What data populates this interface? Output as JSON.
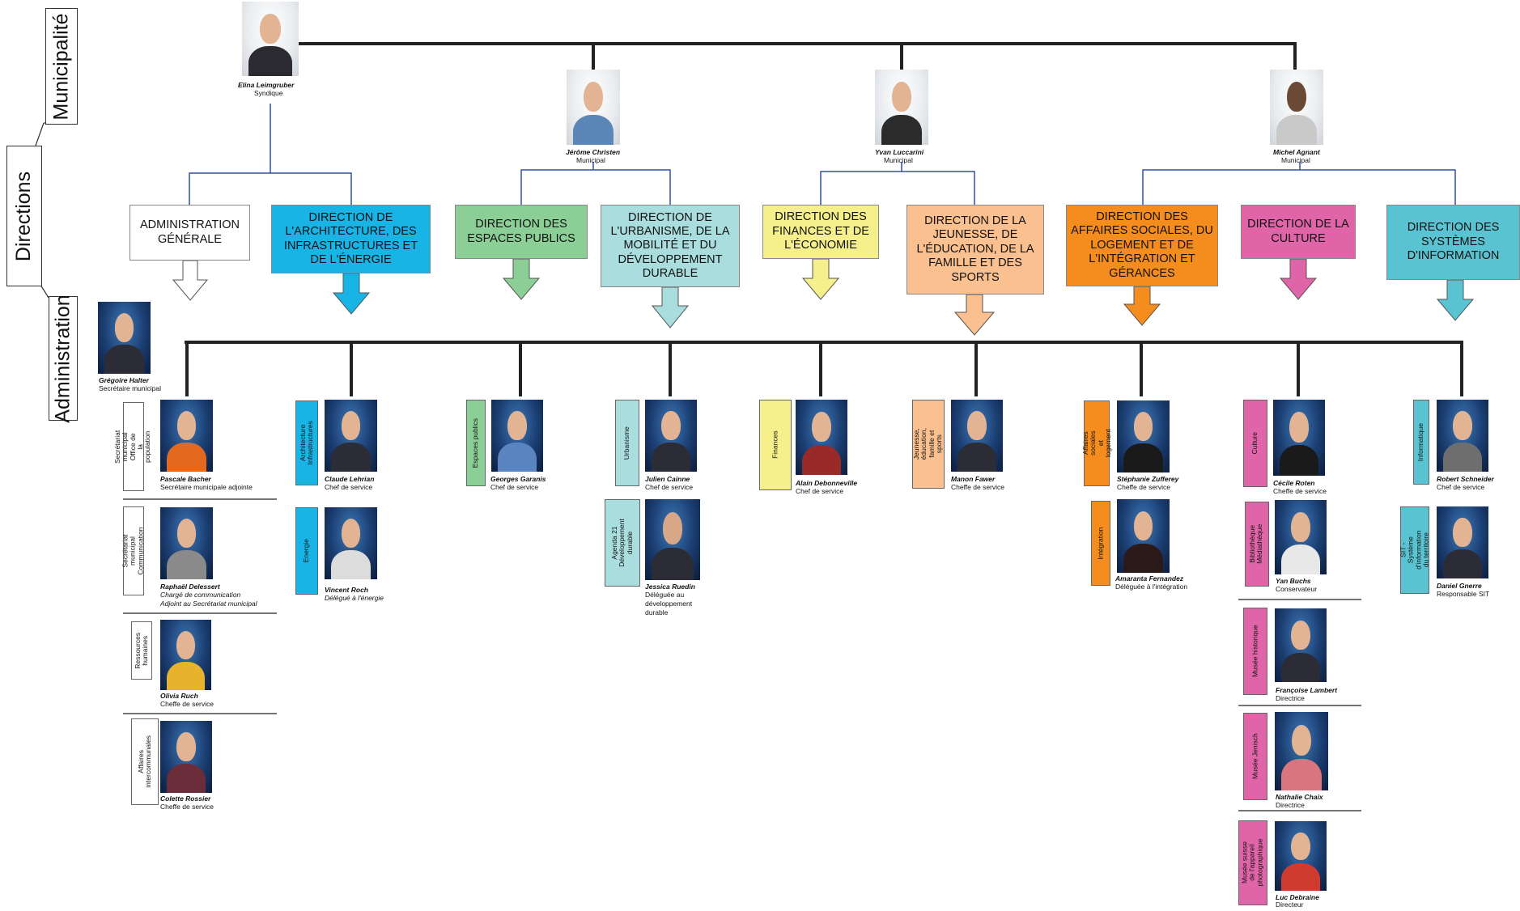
{
  "row_labels": {
    "municipalite": "Municipalité",
    "directions": "Directions",
    "administration": "Administration"
  },
  "colors": {
    "admin": "#ffffff",
    "archi": "#19b4e6",
    "espaces": "#8ccf96",
    "urba": "#aadede",
    "finances": "#f5f08c",
    "jeunesse": "#fac08f",
    "social": "#f58c1e",
    "culture": "#e065a8",
    "si": "#5ac3d2"
  },
  "municipality": {
    "syndique": {
      "name": "Elina Leimgruber",
      "role": "Syndique"
    },
    "municipaux": [
      {
        "name": "Jérôme Christen",
        "role": "Municipal"
      },
      {
        "name": "Yvan Luccarini",
        "role": "Municipal"
      },
      {
        "name": "Michel Agnant",
        "role": "Municipal"
      }
    ]
  },
  "directions": [
    {
      "label": "ADMINISTRATION GÉNÉRALE"
    },
    {
      "label": "DIRECTION DE L'ARCHITECTURE, DES INFRASTRUCTURES ET DE L'ÉNERGIE"
    },
    {
      "label": "DIRECTION DES ESPACES PUBLICS"
    },
    {
      "label": "DIRECTION DE L'URBANISME, DE LA MOBILITÉ ET DU DÉVELOPPEMENT DURABLE"
    },
    {
      "label": "DIRECTION DES FINANCES ET DE L'ÉCONOMIE"
    },
    {
      "label": "DIRECTION DE LA JEUNESSE, DE L'ÉDUCATION, DE LA FAMILLE ET DES SPORTS"
    },
    {
      "label": "DIRECTION DES AFFAIRES SOCIALES, DU LOGEMENT ET DE L'INTÉGRATION ET GÉRANCES"
    },
    {
      "label": "DIRECTION DE LA CULTURE"
    },
    {
      "label": "DIRECTION DES SYSTÈMES D'INFORMATION"
    }
  ],
  "secretaire": {
    "name": "Grégoire Halter",
    "role": "Secrétaire municipal"
  },
  "admin_services": [
    {
      "service": "Secrétariat municipal Office de la population",
      "name": "Pascale Bacher",
      "role": "Secrétaire municipale adjointe"
    },
    {
      "service": "Secrétariat municipal Communication",
      "name": "Raphaël Delessert",
      "role": "Chargé de communication",
      "role2": "Adjoint au Secrétariat municipal"
    },
    {
      "service": "Ressources humaines",
      "name": "Olivia Ruch",
      "role": "Cheffe de service"
    },
    {
      "service": "Affaires intercommunales",
      "name": "Colette Rossier",
      "role": "Cheffe de service"
    }
  ],
  "services": [
    {
      "service": "Architecture Infrastructures",
      "name": "Claude Lehrian",
      "role": "Chef de service"
    },
    {
      "service": "Energie",
      "name": "Vincent Roch",
      "role": "Délégué à l'énergie"
    },
    {
      "service": "Espaces publics",
      "name": "Georges Garanis",
      "role": "Chef de service"
    },
    {
      "service": "Urbanisme",
      "name": "Julien Cainne",
      "role": "Chef de service"
    },
    {
      "service": "Agenda 21 Développement durable",
      "name": "Jessica Ruedin",
      "role": "Déléguée au",
      "role2": "développement",
      "role3": "durable"
    },
    {
      "service": "Finances",
      "name": "Alain Debonneville",
      "role": "Chef de service"
    },
    {
      "service": "Jeunesse, éducation, famille et sports",
      "name": "Manon Fawer",
      "role": "Cheffe de service"
    },
    {
      "service": "Affaires sociales et logement",
      "name": "Stéphanie Zufferey",
      "role": "Cheffe de service"
    },
    {
      "service": "Intégration",
      "name": "Amaranta Fernandez",
      "role": "Déléguée à l'intégration"
    },
    {
      "service": "Culture",
      "name": "Cécile Roten",
      "role": "Cheffe de service"
    },
    {
      "service": "Bibliothèque Médiathèque",
      "name": "Yan Buchs",
      "role": "Conservateur"
    },
    {
      "service": "Musée historique",
      "name": "Françoise Lambert",
      "role": "Directrice"
    },
    {
      "service": "Musée Jenisch",
      "name": "Nathalie Chaix",
      "role": "Directrice"
    },
    {
      "service": "Musée suisse de l'appareil photographique",
      "name": "Luc Debraine",
      "role": "Directeur"
    },
    {
      "service": "Informatique",
      "name": "Robert Schneider",
      "role": "Chef de service"
    },
    {
      "service": "SIT - Système d'information du territoire",
      "name": "Daniel Gnerre",
      "role": "Responsable SIT"
    }
  ]
}
